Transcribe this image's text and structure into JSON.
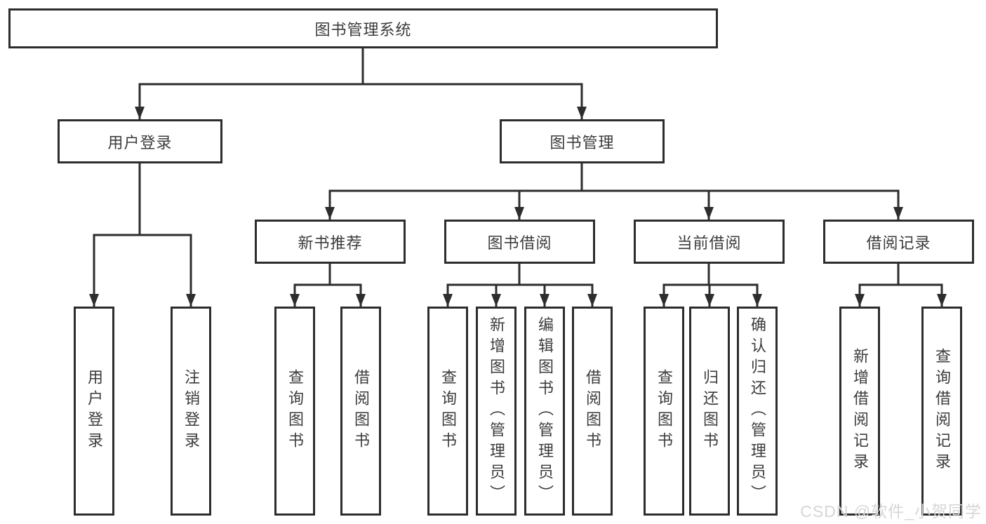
{
  "diagram": {
    "title": "图书管理系统",
    "branches": [
      {
        "label": "用户登录",
        "children": [
          {
            "label": "用户登录"
          },
          {
            "label": "注销登录"
          }
        ]
      },
      {
        "label": "图书管理",
        "sections": [
          {
            "label": "新书推荐",
            "children": [
              {
                "label": "查询图书"
              },
              {
                "label": "借阅图书"
              }
            ]
          },
          {
            "label": "图书借阅",
            "children": [
              {
                "label": "查询图书"
              },
              {
                "label": "新增图书（管理员）"
              },
              {
                "label": "编辑图书（管理员）"
              },
              {
                "label": "借阅图书"
              }
            ]
          },
          {
            "label": "当前借阅",
            "children": [
              {
                "label": "查询图书"
              },
              {
                "label": "归还图书"
              },
              {
                "label": "确认归还（管理员）"
              }
            ]
          },
          {
            "label": "借阅记录",
            "children": [
              {
                "label": "新增借阅记录"
              },
              {
                "label": "查询借阅记录"
              }
            ]
          }
        ]
      }
    ]
  },
  "colors": {
    "line": "#2d2d2d",
    "text": "#3c3c3c",
    "background": "#ffffff",
    "watermark": "#d6d6d6"
  },
  "watermark": {
    "text": "CSDN @软件_小贺同学"
  }
}
